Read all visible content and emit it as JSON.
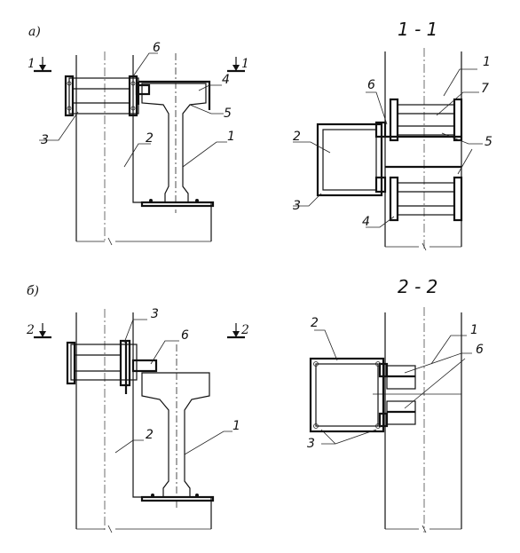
{
  "views": {
    "a": {
      "letter": "а)",
      "section_mark": "1",
      "title": "1 - 1"
    },
    "b": {
      "letter": "б)",
      "section_mark": "2",
      "title": "2 - 2"
    }
  },
  "labels": {
    "a_elev": [
      "6",
      "4",
      "5",
      "3",
      "2",
      "1"
    ],
    "a_sect": [
      "1",
      "6",
      "7",
      "2",
      "5",
      "3",
      "4"
    ],
    "b_elev": [
      "3",
      "6",
      "2",
      "1"
    ],
    "b_sect": [
      "2",
      "1",
      "6",
      "3"
    ]
  }
}
